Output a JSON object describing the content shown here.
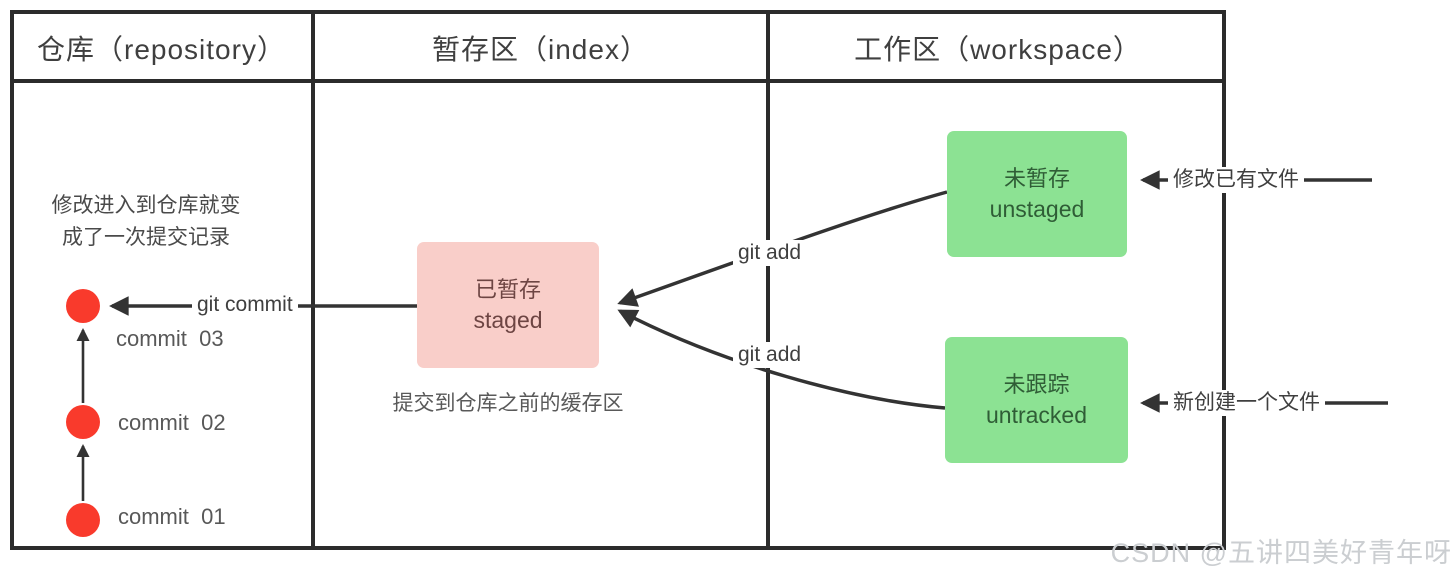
{
  "diagram": {
    "title_meaning": "git areas diagram",
    "columns": [
      {
        "id": "repository",
        "title": "仓库（repository）"
      },
      {
        "id": "index",
        "title": "暂存区（index）"
      },
      {
        "id": "workspace",
        "title": "工作区（workspace）"
      }
    ],
    "repository": {
      "note_line1": "修改进入到仓库就变",
      "note_line2": "成了一次提交记录",
      "commits": [
        {
          "label": "commit  03"
        },
        {
          "label": "commit  02"
        },
        {
          "label": "commit  01"
        }
      ]
    },
    "index": {
      "staged_box": {
        "title": "已暂存",
        "subtitle": "staged"
      },
      "caption": "提交到仓库之前的缓存区"
    },
    "workspace": {
      "unstaged_box": {
        "title": "未暂存",
        "subtitle": "unstaged"
      },
      "untracked_box": {
        "title": "未跟踪",
        "subtitle": "untracked"
      }
    },
    "labels": {
      "git_commit": "git commit",
      "git_add_upper": "git add",
      "git_add_lower": "git add",
      "modify_existing": "修改已有文件",
      "create_new": "新创建一个文件"
    },
    "colors": {
      "border": "#2b2b2b",
      "arrow": "#333333",
      "commit_dot": "#f93a2c",
      "staged_fill": "#f9cec9",
      "staged_text": "#6d4543",
      "workspace_box_fill": "#8ce293",
      "workspace_box_text": "#2f5d36",
      "watermark": "#cbced1"
    },
    "watermark": "CSDN @五讲四美好青年呀"
  }
}
